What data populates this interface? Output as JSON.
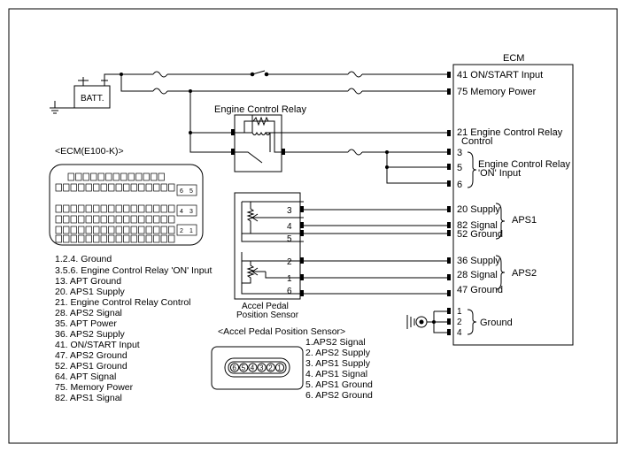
{
  "batt_label": "BATT.",
  "batt_plus": "+",
  "batt_minus": "-",
  "relay_title": "Engine Control Relay",
  "ecm_title": "ECM",
  "ecm_pins": {
    "p41": "41 ON/START Input",
    "p75": "75 Memory Power",
    "p21": "21 Engine Control Relay",
    "p21b": "Control",
    "p3": "3",
    "p5": "5",
    "p6": "6",
    "on_input_1": "Engine Control Relay",
    "on_input_2": "'ON' Input",
    "p20": "20 Supply",
    "p82": "82 Signal",
    "p52": "52 Ground",
    "aps1": "APS1",
    "p36": "36 Supply",
    "p28": "28 Signal",
    "p47": "47 Ground",
    "aps2": "APS2",
    "p1": "1",
    "p2": "2",
    "p4": "4",
    "ground": "Ground"
  },
  "sensor": {
    "pins_top": [
      "3",
      "4",
      "5"
    ],
    "pins_bottom": [
      "2",
      "1",
      "6"
    ],
    "name_1": "Accel Pedal",
    "name_2": "Position Sensor"
  },
  "ecm_connector": {
    "title": "<ECM(E100-K)>",
    "side_pins": [
      "6",
      "5",
      "4",
      "3",
      "2",
      "1"
    ]
  },
  "ecm_legend": [
    "1.2.4. Ground",
    "3.5.6. Engine Control Relay 'ON' Input",
    "13. APT Ground",
    "20. APS1 Supply",
    "21. Engine Control Relay Control",
    "28. APS2 Signal",
    "35. APT Power",
    "36. APS2 Supply",
    "41. ON/START Input",
    "47. APS2 Ground",
    "52. APS1 Ground",
    "64. APT Signal",
    "75. Memory Power",
    "82. APS1 Signal"
  ],
  "aps_connector": {
    "title": "<Accel Pedal Position Sensor>",
    "pins": [
      "6",
      "5",
      "4",
      "3",
      "2",
      "1"
    ]
  },
  "aps_legend": [
    "1.APS2 Signal",
    "2. APS2 Supply",
    "3. APS1 Supply",
    "4. APS1 Signal",
    "5. APS1 Ground",
    "6. APS2 Ground"
  ]
}
